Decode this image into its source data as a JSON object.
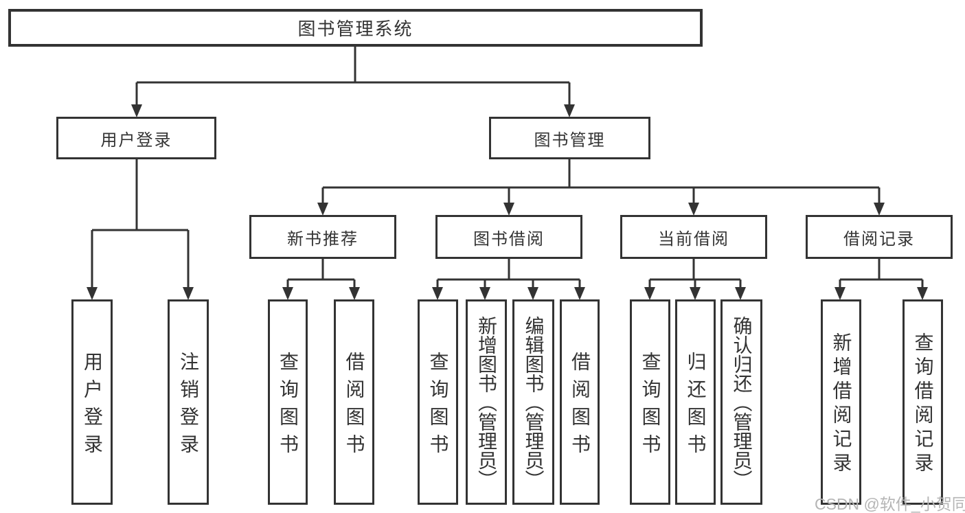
{
  "nodes": {
    "root": "图书管理系统",
    "user_login": "用户登录",
    "book_management": "图书管理",
    "new_book_recommend": "新书推荐",
    "book_borrowing": "图书借阅",
    "current_borrowing": "当前借阅",
    "borrowing_records": "借阅记录",
    "leaf_user_login": "用户登录",
    "leaf_logout": "注销登录",
    "leaf_query_books_recommend": "查询图书",
    "leaf_borrow_books_recommend": "借阅图书",
    "leaf_query_books_borrowing": "查询图书",
    "leaf_add_book_admin": "新增图书（管理员）",
    "leaf_edit_book_admin": "编辑图书（管理员）",
    "leaf_borrow_books_borrowing": "借阅图书",
    "leaf_query_books_current": "查询图书",
    "leaf_return_book": "归还图书",
    "leaf_confirm_return_admin": "确认归还（管理员）",
    "leaf_add_borrowing_record": "新增借阅记录",
    "leaf_query_borrowing_record": "查询借阅记录"
  },
  "watermark": "CSDN @软件_小贺同学",
  "colors": {
    "line": "#333333",
    "text": "#333333",
    "watermark": "#b5b5b5",
    "background": "#ffffff"
  }
}
